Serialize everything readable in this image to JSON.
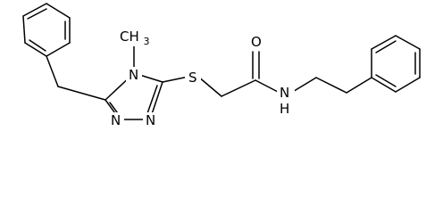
{
  "molecule": {
    "atoms": {
      "n_ring_top": "N",
      "n_ring_left": "N",
      "n_ring_right": "N",
      "methyl": "CH3",
      "sulfur": "S",
      "carbonyl_oxygen": "O",
      "amide_nitrogen": "N",
      "amide_hydrogen": "H"
    },
    "bond_color": "#000000",
    "label_color": "#000000",
    "background": "#ffffff"
  }
}
